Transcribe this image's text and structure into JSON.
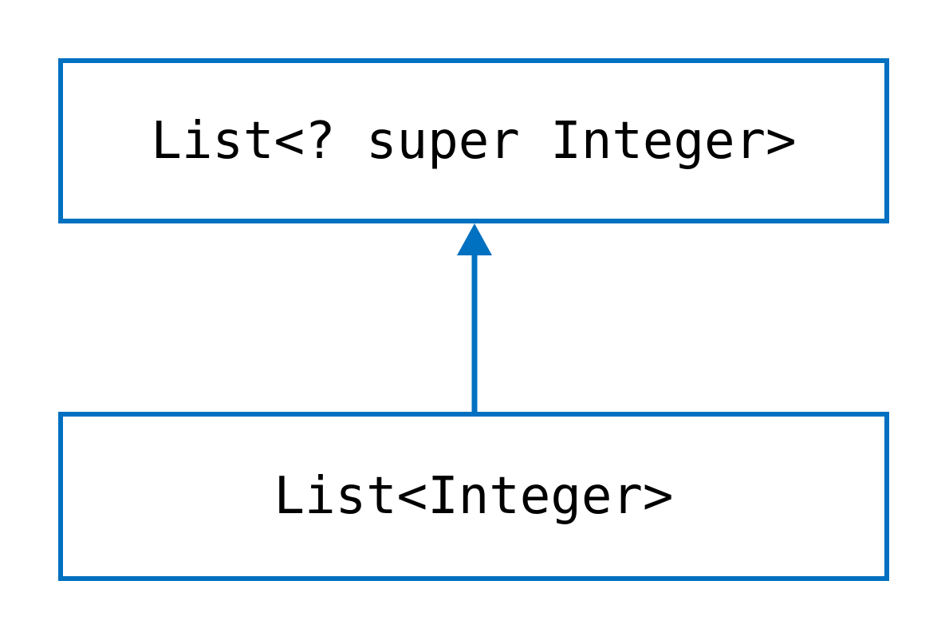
{
  "diagram": {
    "background_color": "#ffffff",
    "accent_color": "#0070c0",
    "text_color": "#000000",
    "nodes": [
      {
        "id": "supertype-box",
        "label": "List<? super Integer>"
      },
      {
        "id": "subtype-box",
        "label": "List<Integer>"
      }
    ],
    "edge": {
      "from": "List<Integer>",
      "to": "List<? super Integer>",
      "direction": "up",
      "style": "solid-shaft-filled-arrowhead"
    }
  }
}
